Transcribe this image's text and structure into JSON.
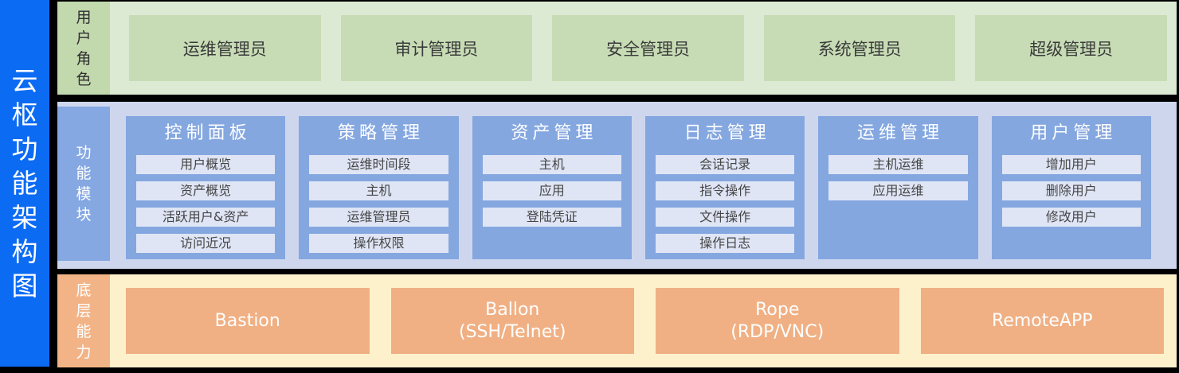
{
  "sidebar": {
    "title": "云枢功能架构图"
  },
  "roles_band": {
    "label": "用户角色",
    "items": [
      "运维管理员",
      "审计管理员",
      "安全管理员",
      "系统管理员",
      "超级管理员"
    ]
  },
  "modules_band": {
    "label": "功能模块",
    "columns": [
      {
        "title": "控制面板",
        "items": [
          "用户概览",
          "资产概览",
          "活跃用户&资产",
          "访问近况"
        ]
      },
      {
        "title": "策略管理",
        "items": [
          "运维时间段",
          "主机",
          "运维管理员",
          "操作权限"
        ]
      },
      {
        "title": "资产管理",
        "items": [
          "主机",
          "应用",
          "登陆凭证"
        ]
      },
      {
        "title": "日志管理",
        "items": [
          "会话记录",
          "指令操作",
          "文件操作",
          "操作日志"
        ]
      },
      {
        "title": "运维管理",
        "items": [
          "主机运维",
          "应用运维"
        ]
      },
      {
        "title": "用户管理",
        "items": [
          "增加用户",
          "删除用户",
          "修改用户"
        ]
      }
    ]
  },
  "capabilities_band": {
    "label": "底层能力",
    "items": [
      "Bastion",
      "Ballon\n(SSH/Telnet)",
      "Rope\n(RDP/VNC)",
      "RemoteAPP"
    ]
  },
  "colors": {
    "canvas": "#000000",
    "sidebar_blue": "#0c6bf3",
    "roles_band_bg": "#dcead4",
    "roles_label_bg": "#c2d8ad",
    "role_box_bg": "#c7dcb5",
    "modules_band_bg": "#ced6ee",
    "module_column_bg": "#84a7e0",
    "module_item_bg": "#dfe5f5",
    "caps_band_bg": "#fdf1cc",
    "caps_label_bg": "#f2b487",
    "cap_box_bg": "#f0b084"
  }
}
